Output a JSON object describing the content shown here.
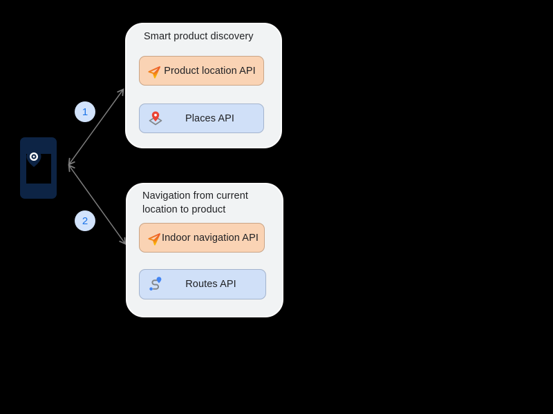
{
  "diagram": {
    "device": {
      "icon": "smartphone-location-icon"
    },
    "connectors": [
      {
        "label": "1"
      },
      {
        "label": "2"
      }
    ],
    "groups": [
      {
        "title": "Smart product discovery",
        "items": [
          {
            "label": "Product location API",
            "icon": "navigation-arrow-icon"
          },
          {
            "label": "Places API",
            "icon": "places-pin-icon"
          }
        ]
      },
      {
        "title": "Navigation from current location to product",
        "items": [
          {
            "label": "Indoor navigation API",
            "icon": "navigation-arrow-icon"
          },
          {
            "label": "Routes API",
            "icon": "routes-icon"
          }
        ]
      }
    ],
    "colors": {
      "background": "#000000",
      "group_background": "#f1f3f4",
      "group_border": "#fdfdfd",
      "chip_orange": "#fad3b4",
      "chip_blue": "#d0e0f8",
      "chip_text": "#202124",
      "badge_background": "#d2e3fc",
      "badge_text": "#1a73e8",
      "connector_gray": "#7d7d7d",
      "device_navy": "#0d2445",
      "places_pin_red": "#ea4335",
      "routes_blue": "#4285f4",
      "nav_arrow_gradient_start": "#e94235",
      "nav_arrow_gradient_end": "#fbbc04"
    }
  }
}
